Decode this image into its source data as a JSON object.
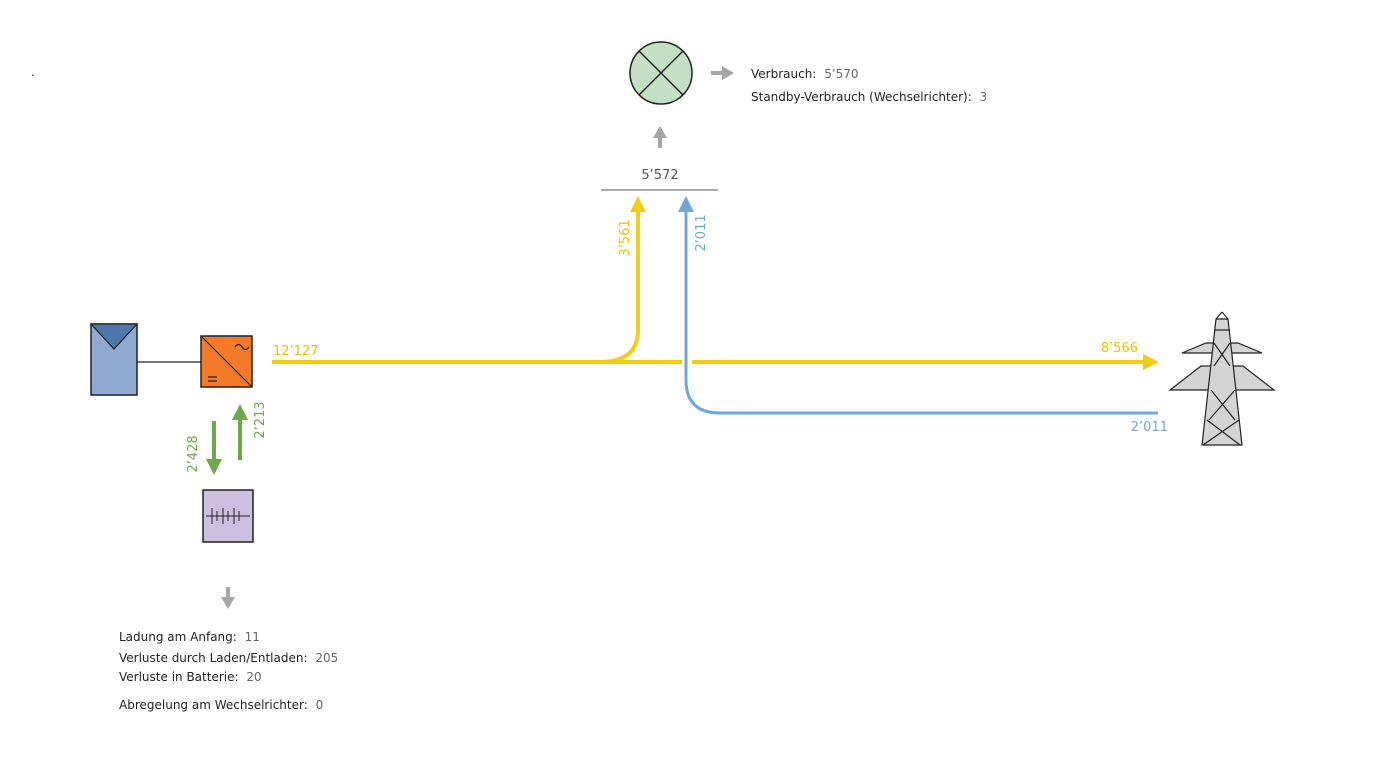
{
  "colors": {
    "pv_flow": "#f2cd14",
    "grid_flow": "#70a8dc",
    "battery_flow": "#6fa64e",
    "neutral_arrow": "#a6a6a6",
    "pv_panel": "#8fa9d0",
    "inverter": "#f47a2a",
    "battery": "#cdbfe0",
    "consumer": "#c4e0c4",
    "pylon": "#d4d4d4"
  },
  "icons": {
    "pv_panel": "solar-panel-icon",
    "inverter": "inverter-icon",
    "battery": "battery-icon",
    "consumer": "lamp-consumer-icon",
    "grid": "power-pylon-icon"
  },
  "marker": ".",
  "flows": {
    "pv_output": "12’127",
    "pv_to_consumer": "3’561",
    "grid_to_consumer": "2’011",
    "pv_to_grid": "8’566",
    "grid_draw": "2’011",
    "battery_charge": "2’428",
    "battery_discharge": "2’213",
    "consumer_total": "5’572"
  },
  "consumption": {
    "usage_label": "Verbrauch:",
    "usage_value": "5’570",
    "standby_label": "Standby-Verbrauch (Wechselrichter):",
    "standby_value": "3"
  },
  "battery_info": {
    "start_label": "Ladung am Anfang:",
    "start_value": "11",
    "cycle_loss_label": "Verluste durch Laden/Entladen:",
    "cycle_loss_value": "205",
    "battery_loss_label": "Verluste in Batterie:",
    "battery_loss_value": "20",
    "curtail_label": "Abregelung am Wechselrichter:",
    "curtail_value": "0"
  }
}
